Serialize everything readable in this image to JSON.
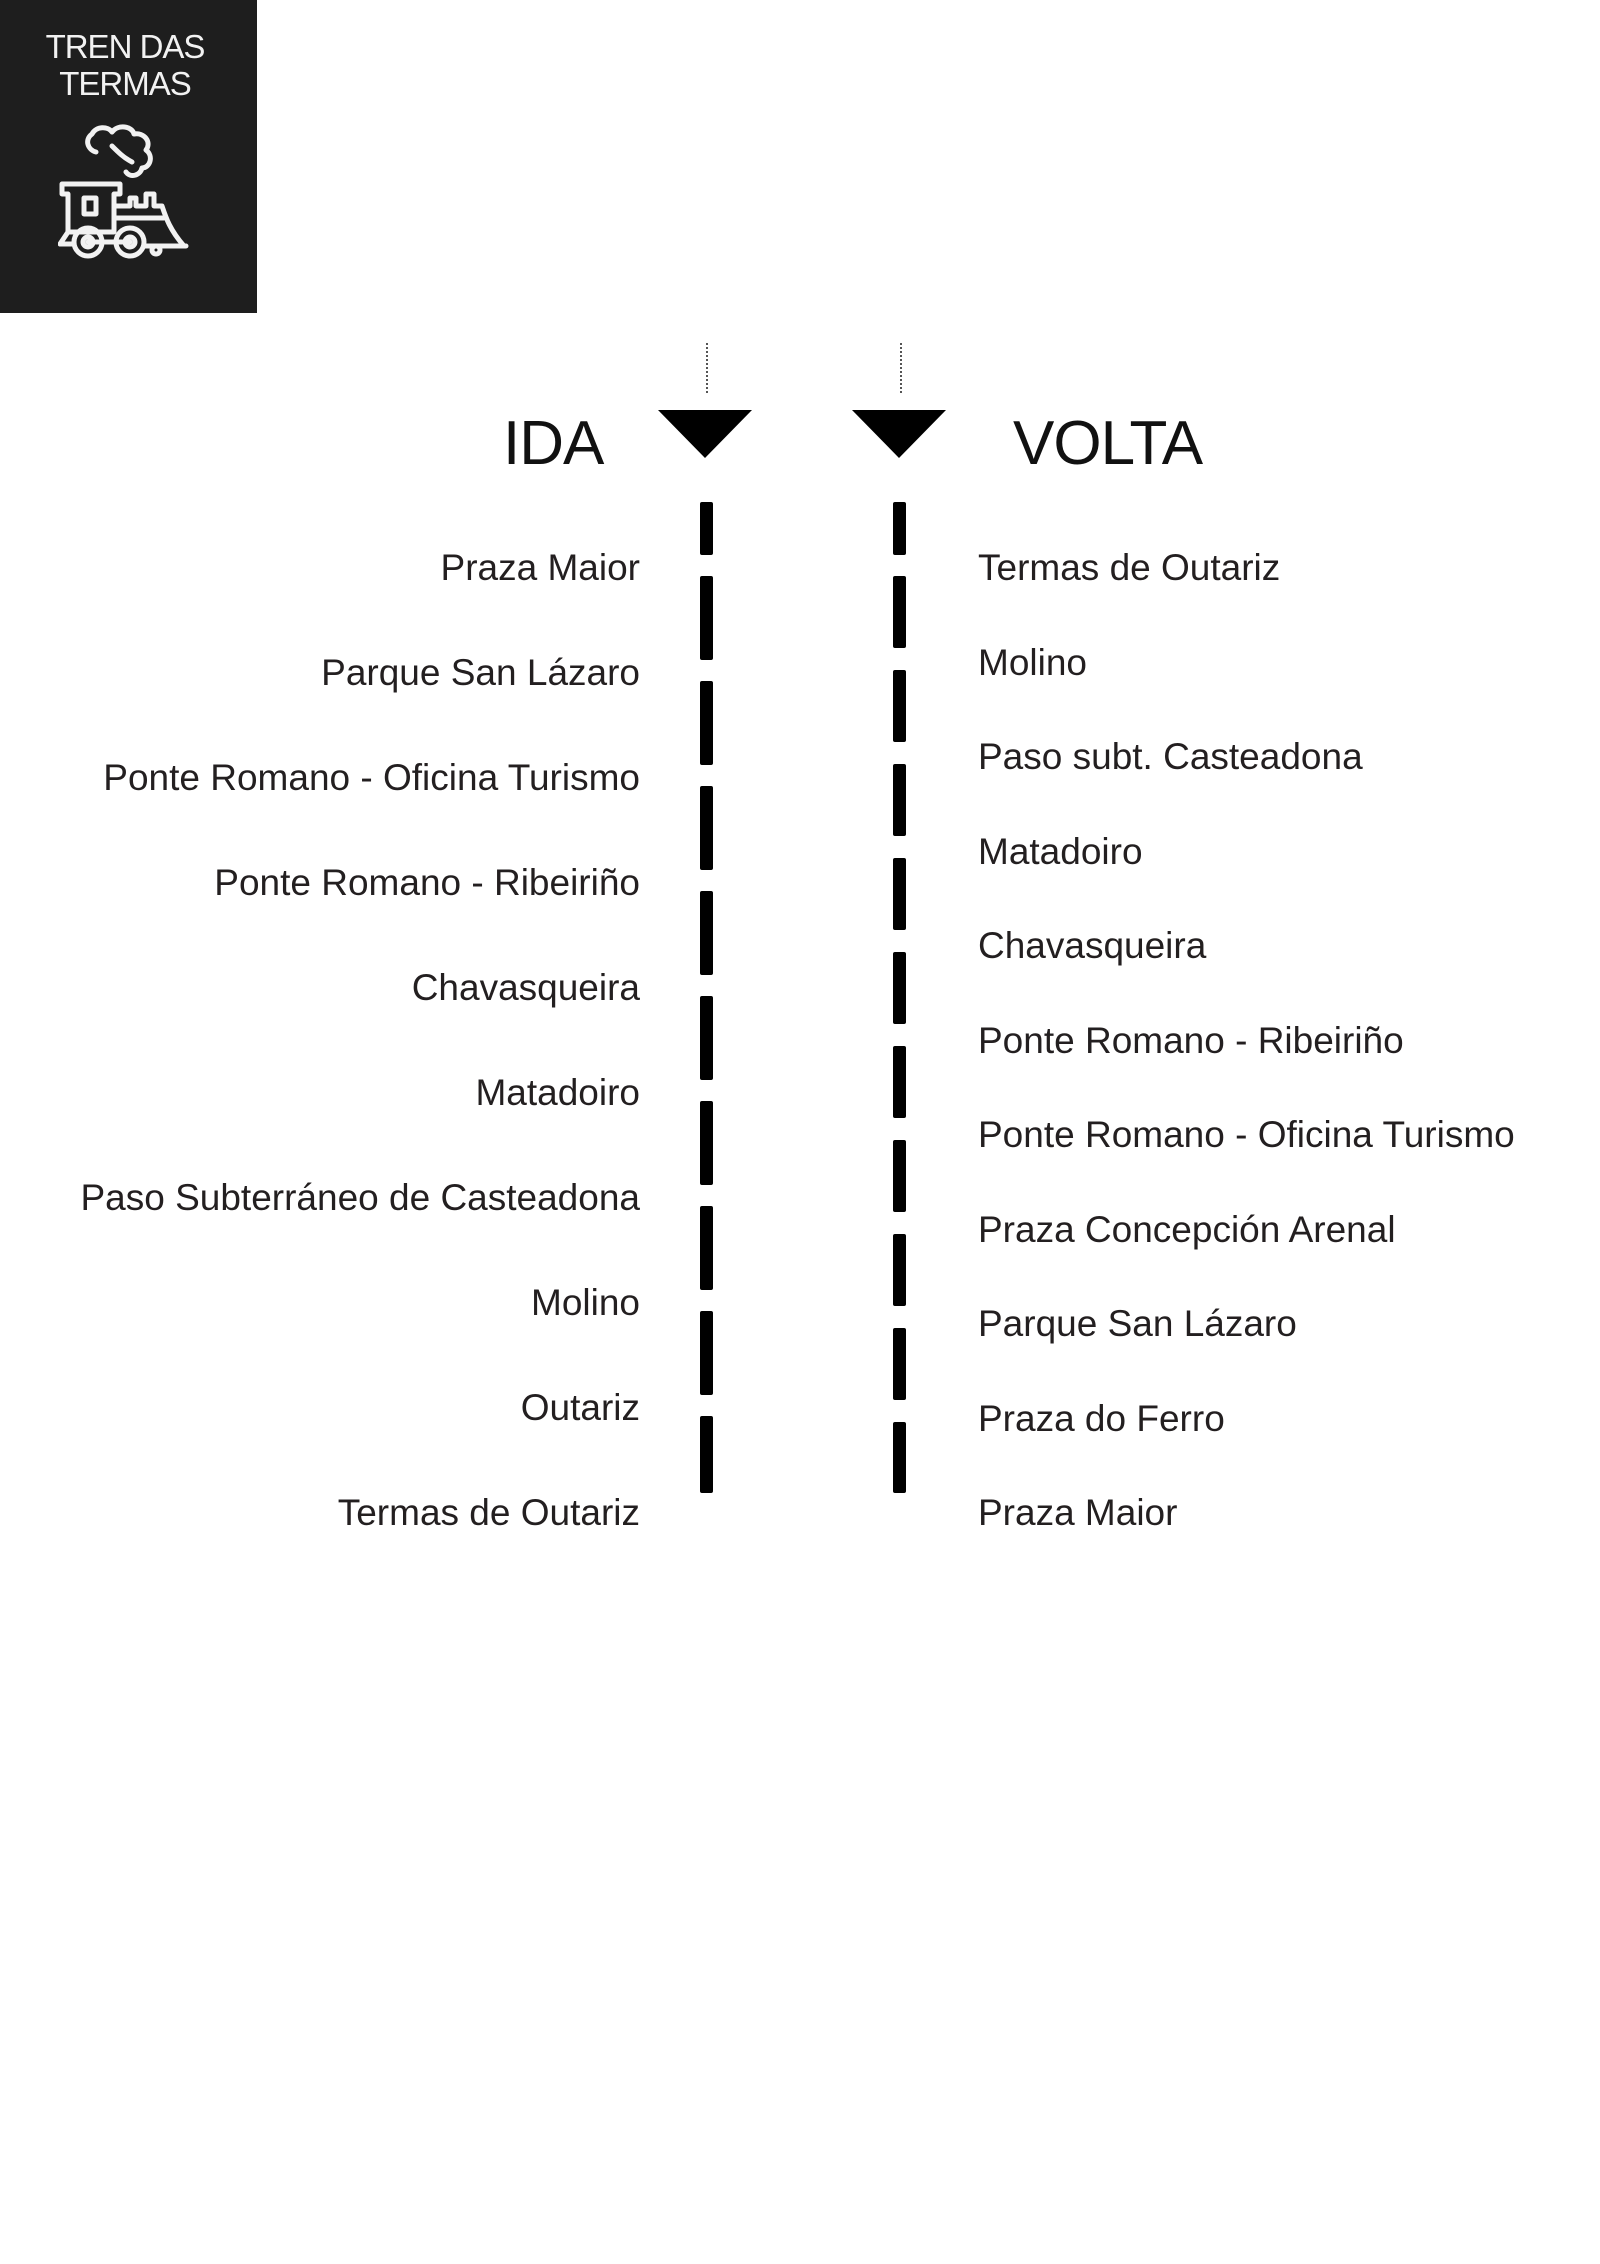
{
  "logo": {
    "title_line1": "TREN DAS",
    "title_line2": "TERMAS",
    "icon": "steam-train-icon",
    "background": "#1e1e1e",
    "foreground": "#f2f2f2"
  },
  "ida": {
    "heading": "IDA",
    "icon": "down-triangle-icon",
    "stops": [
      "Praza Maior",
      "Parque San Lázaro",
      "Ponte Romano - Oficina Turismo",
      "Ponte Romano - Ribeiriño",
      "Chavasqueira",
      "Matadoiro",
      "Paso Subterráneo de Casteadona",
      "Molino",
      "Outariz",
      "Termas de Outariz"
    ]
  },
  "volta": {
    "heading": "VOLTA",
    "icon": "down-triangle-icon",
    "stops": [
      "Termas de Outariz",
      "Molino",
      "Paso subt. Casteadona",
      "Matadoiro",
      "Chavasqueira",
      "Ponte Romano - Ribeiriño",
      "Ponte Romano - Oficina Turismo",
      "Praza Concepción Arenal",
      "Parque San Lázaro",
      "Praza do Ferro",
      "Praza Maior"
    ]
  }
}
